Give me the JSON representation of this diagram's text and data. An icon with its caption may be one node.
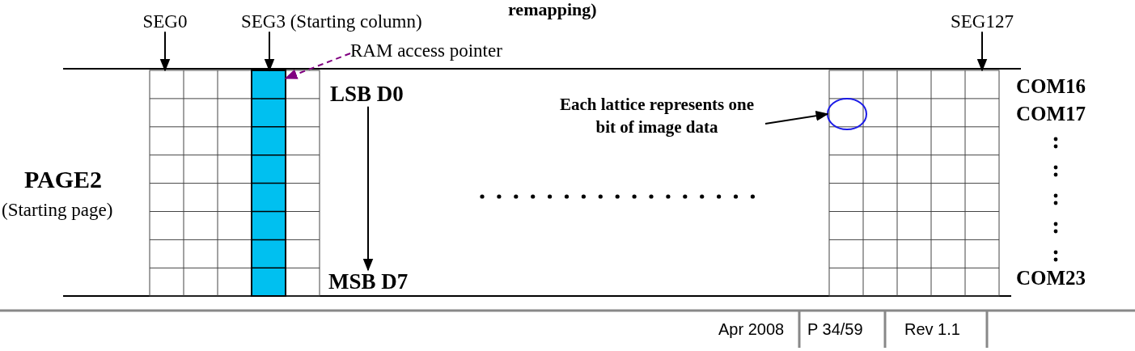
{
  "diagram": {
    "nodes": [
      {
        "text": [
          "SEG0"
        ]
      },
      {
        "text": [
          "SEG3 (Starting column)"
        ]
      },
      {
        "text": [
          "SEG127"
        ]
      },
      {
        "text": [
          "RAM access pointer"
        ]
      },
      {
        "text": [],
        "shape": "box"
      },
      {
        "text": [],
        "shape": "bar",
        "in": 4
      },
      {
        "text": [],
        "shape": "box"
      },
      {
        "text": [],
        "shape": "circle",
        "in": 6
      },
      {
        "text": [
          "LSB D0"
        ]
      },
      {
        "text": [
          "MSB D7"
        ]
      },
      {
        "text": [
          "Each lattice represents one bit of image data"
        ]
      }
    ],
    "edges": [
      {
        "from": 0,
        "to": 4,
        "arrow": "to"
      },
      {
        "from": 1,
        "to": 5,
        "arrow": "to"
      },
      {
        "from": 2,
        "to": 6,
        "arrow": "to"
      },
      {
        "from": 3,
        "to": 5,
        "arrow": "to",
        "style": "dashed",
        "color": "#800080"
      },
      {
        "from": 8,
        "to": 9,
        "arrow": "to"
      },
      {
        "from": 10,
        "to": 7,
        "arrow": "to"
      }
    ],
    "labels": [
      "remapping)",
      "PAGE2",
      "(Starting page)",
      "COM16",
      "COM17",
      "COM23",
      "Apr 2008",
      "P 34/59",
      "Rev 1.1"
    ]
  }
}
